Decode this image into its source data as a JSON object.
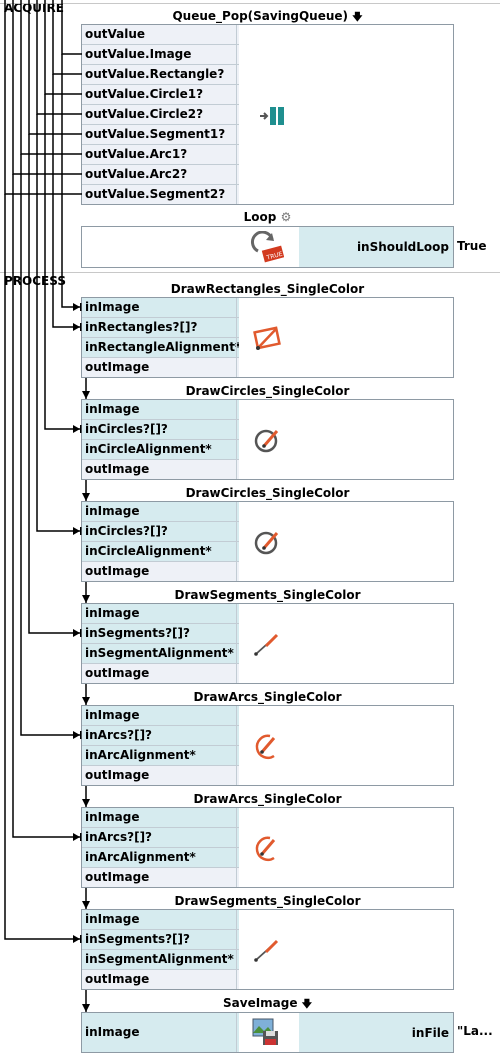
{
  "sections": {
    "acquire": "ACQUIRE",
    "process": "PROCESS"
  },
  "queue": {
    "title": "Queue_Pop(SavingQueue)",
    "title_icon": "arrow-down-icon",
    "outputs": [
      "outValue",
      "outValue.Image",
      "outValue.Rectangle?",
      "outValue.Circle1?",
      "outValue.Circle2?",
      "outValue.Segment1?",
      "outValue.Arc1?",
      "outValue.Arc2?",
      "outValue.Segment2?"
    ],
    "icon": "queue-pop-icon"
  },
  "loop": {
    "title": "Loop",
    "title_icon": "gear-icon",
    "param": "inShouldLoop",
    "value": "True",
    "icon": "true-loop-icon"
  },
  "filters": [
    {
      "title": "DrawRectangles_SingleColor",
      "ports": [
        "inImage",
        "inRectangles?[]?",
        "inRectangleAlignment*",
        "outImage"
      ],
      "icon": "rectangle-icon"
    },
    {
      "title": "DrawCircles_SingleColor",
      "ports": [
        "inImage",
        "inCircles?[]?",
        "inCircleAlignment*",
        "outImage"
      ],
      "icon": "circle-icon"
    },
    {
      "title": "DrawCircles_SingleColor",
      "ports": [
        "inImage",
        "inCircles?[]?",
        "inCircleAlignment*",
        "outImage"
      ],
      "icon": "circle-icon"
    },
    {
      "title": "DrawSegments_SingleColor",
      "ports": [
        "inImage",
        "inSegments?[]?",
        "inSegmentAlignment*",
        "outImage"
      ],
      "icon": "segment-icon"
    },
    {
      "title": "DrawArcs_SingleColor",
      "ports": [
        "inImage",
        "inArcs?[]?",
        "inArcAlignment*",
        "outImage"
      ],
      "icon": "arc-icon"
    },
    {
      "title": "DrawArcs_SingleColor",
      "ports": [
        "inImage",
        "inArcs?[]?",
        "inArcAlignment*",
        "outImage"
      ],
      "icon": "arc-icon"
    },
    {
      "title": "DrawSegments_SingleColor",
      "ports": [
        "inImage",
        "inSegments?[]?",
        "inSegmentAlignment*",
        "outImage"
      ],
      "icon": "segment-icon"
    }
  ],
  "save": {
    "title": "SaveImage",
    "title_icon": "arrow-down-icon",
    "port": "inImage",
    "param": "inFile",
    "value": "\"La...",
    "icon": "save-image-icon"
  },
  "colors": {
    "input_port": "#d6ebef",
    "output_port": "#eef1f7",
    "border": "#8e9aa4",
    "accent": "#e15a2e",
    "queue_icon": "#1f8f8f"
  }
}
